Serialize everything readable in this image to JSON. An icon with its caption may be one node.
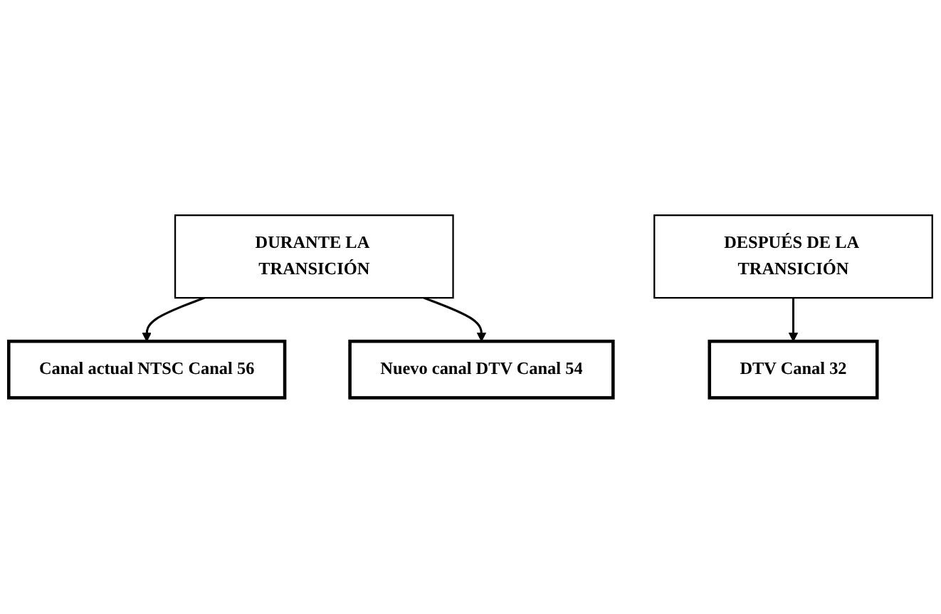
{
  "diagram": {
    "nodes": [
      {
        "text": [
          "DURANTE LA TRANSICIÓN"
        ]
      },
      {
        "text": [
          "Canal actual NTSC Canal 56"
        ]
      },
      {
        "text": [
          "Nuevo canal DTV Canal 54"
        ]
      },
      {
        "text": [
          "DESPUÉS DE LA TRANSICIÓN"
        ]
      },
      {
        "text": [
          "DTV Canal 32"
        ]
      }
    ],
    "edges": [
      {
        "from": 0,
        "to": 1,
        "arrow": "to"
      },
      {
        "from": 0,
        "to": 2,
        "arrow": "to"
      },
      {
        "from": 3,
        "to": 4,
        "arrow": "to"
      }
    ]
  }
}
